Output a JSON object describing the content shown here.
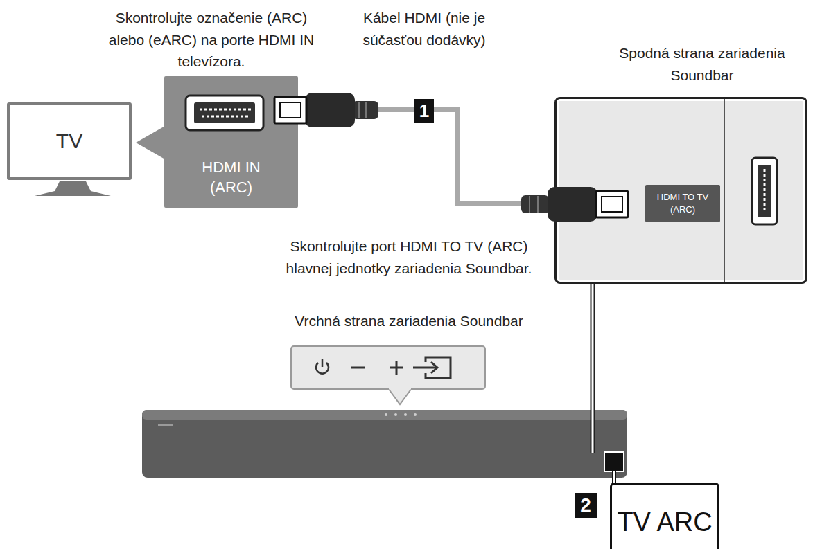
{
  "diagram": {
    "nodes": [
      {
        "text": [
          "TV"
        ]
      },
      {
        "text": [
          "HDMI IN (ARC)"
        ]
      },
      {
        "text": [
          "Spodná strana zariadenia Soundbar"
        ]
      },
      {
        "text": [
          "HDMI TO TV (ARC)"
        ],
        "in": 2
      },
      {
        "text": [
          "TV ARC"
        ]
      }
    ],
    "edges": [
      {
        "from": 1,
        "to": 2,
        "arrow": "none",
        "label": "1"
      }
    ],
    "labels": [
      "Skontrolujte označenie (ARC) alebo (eARC) na porte HDMI IN televízora.",
      "Kábel HDMI (nie je súčasťou dodávky)",
      "Skontrolujte port HDMI TO TV (ARC) hlavnej jednotky zariadenia Soundbar.",
      "Vrchná strana zariadenia Soundbar",
      "2"
    ]
  }
}
